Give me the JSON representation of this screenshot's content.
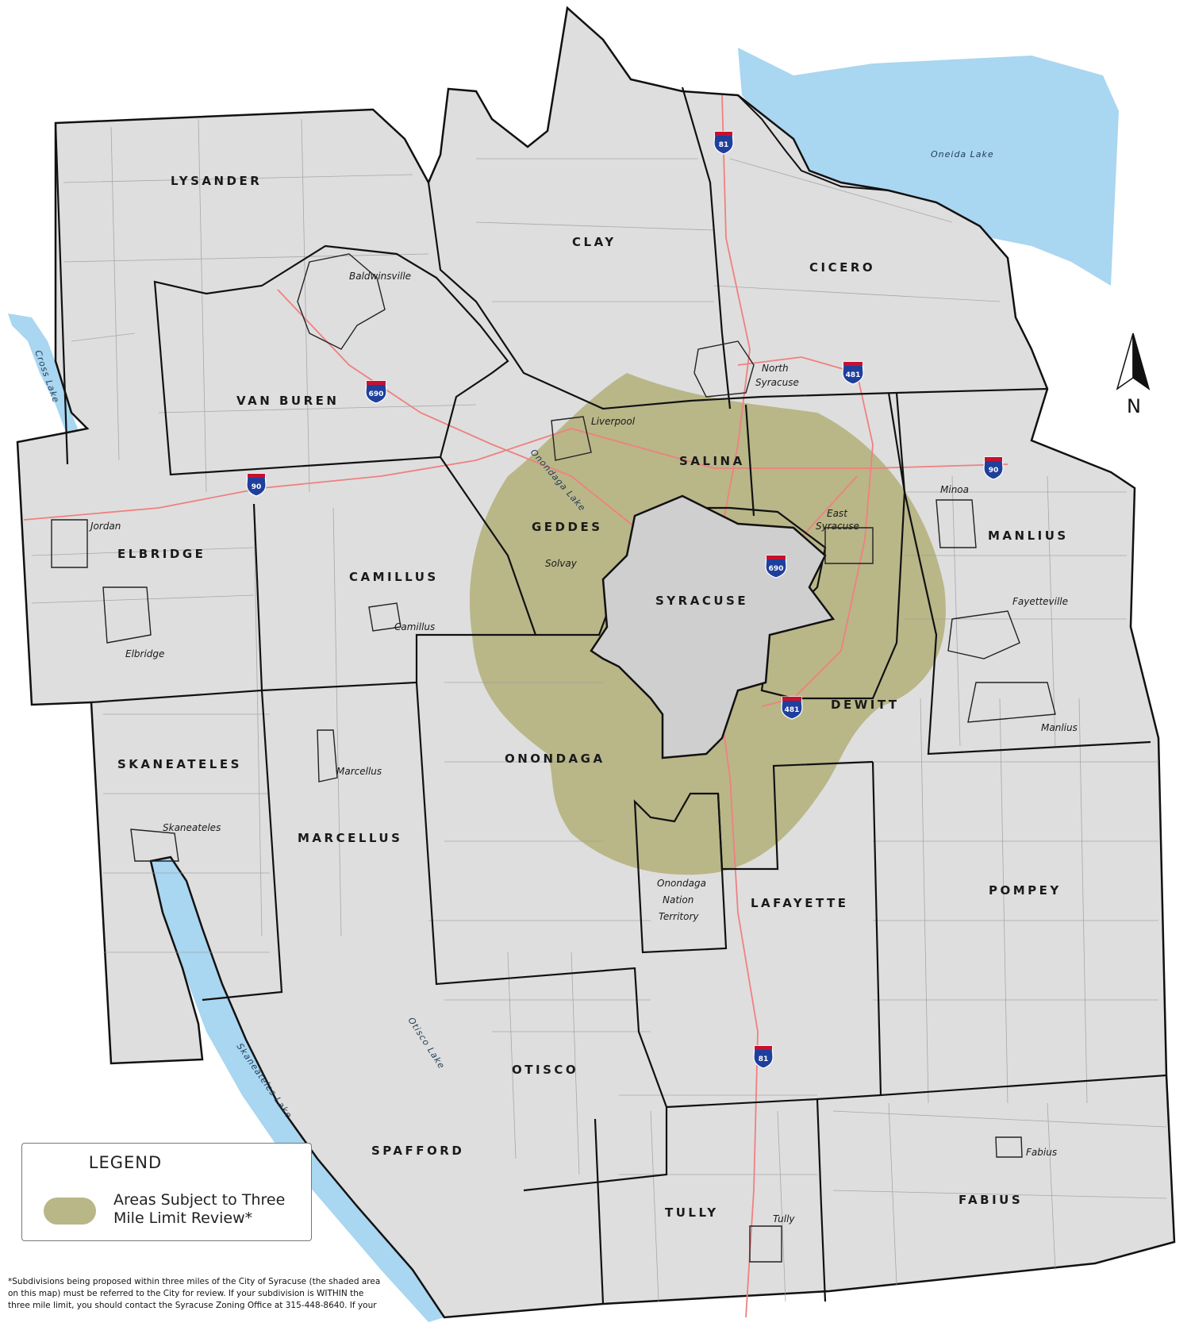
{
  "towns": {
    "lysander": "LYSANDER",
    "clay": "CLAY",
    "cicero": "CICERO",
    "van_buren": "VAN BUREN",
    "salina": "SALINA",
    "geddes": "GEDDES",
    "elbridge": "ELBRIDGE",
    "camillus": "CAMILLUS",
    "syracuse": "SYRACUSE",
    "manlius": "MANLIUS",
    "dewitt": "DEWITT",
    "onondaga": "ONONDAGA",
    "skaneateles": "SKANEATELES",
    "marcellus": "MARCELLUS",
    "lafayette": "LAFAYETTE",
    "pompey": "POMPEY",
    "otisco": "OTISCO",
    "spafford": "SPAFFORD",
    "tully": "TULLY",
    "fabius": "FABIUS"
  },
  "villages": {
    "baldwinsville": "Baldwinsville",
    "north_syracuse_1": "North",
    "north_syracuse_2": "Syracuse",
    "liverpool": "Liverpool",
    "east_syracuse_1": "East",
    "east_syracuse_2": "Syracuse",
    "minoa": "Minoa",
    "fayetteville": "Fayetteville",
    "manlius": "Manlius",
    "jordan": "Jordan",
    "elbridge": "Elbridge",
    "solvay": "Solvay",
    "camillus": "Camillus",
    "marcellus": "Marcellus",
    "skaneateles": "Skaneateles",
    "fabius": "Fabius",
    "tully": "Tully",
    "onondaga_nation_1": "Onondaga",
    "onondaga_nation_2": "Nation",
    "onondaga_nation_3": "Territory"
  },
  "water": {
    "oneida_lake": "Oneida Lake",
    "onondaga_lake": "Onondaga Lake",
    "cross_lake": "Cross Lake",
    "skaneateles_lake": "Skaneateles Lake",
    "otisco_lake": "Otisco Lake"
  },
  "highways": {
    "i81_north": "81",
    "i81_south": "81",
    "i481_north": "481",
    "i481_south": "481",
    "i690_west": "690",
    "i690_east": "690",
    "i90_west": "90",
    "i90_east": "90"
  },
  "north_arrow": {
    "label": "N"
  },
  "legend": {
    "title": "LEGEND",
    "item_label": "Areas Subject to Three Mile Limit Review*",
    "item_color": "#b9b688"
  },
  "colors": {
    "land": "#dedede",
    "water": "#a9d6f0",
    "review_area": "#b9b688",
    "boundary": "#111111",
    "highway": "#f08080",
    "interstate_shield": "#1f3f9c"
  },
  "footnote": {
    "line1": "*Subdivisions being proposed within three miles of the City of Syracuse (the shaded area",
    "line2": "on this map) must be referred to the City for review. If your subdivision is WITHIN the",
    "line3": "three mile limit, you should contact the Syracuse Zoning Office at 315-448-8640. If your"
  }
}
